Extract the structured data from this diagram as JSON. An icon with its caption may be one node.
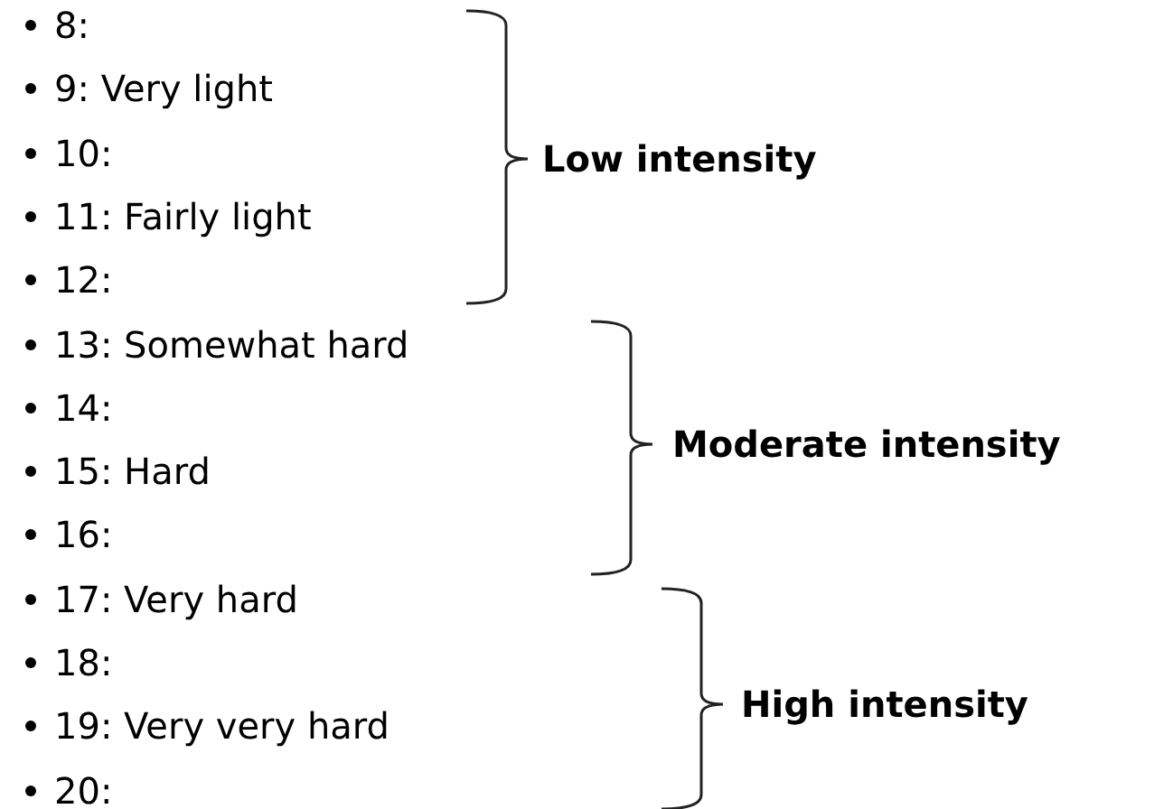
{
  "diagram": {
    "labels": [
      "8:",
      "9: Very light",
      "10:",
      "11: Fairly light",
      "12:",
      "13: Somewhat hard",
      "14:",
      "15: Hard",
      "16:",
      "17: Very hard",
      "18:",
      "19: Very very hard",
      "20:",
      "Low intensity",
      "Moderate intensity",
      "High intensity"
    ]
  }
}
